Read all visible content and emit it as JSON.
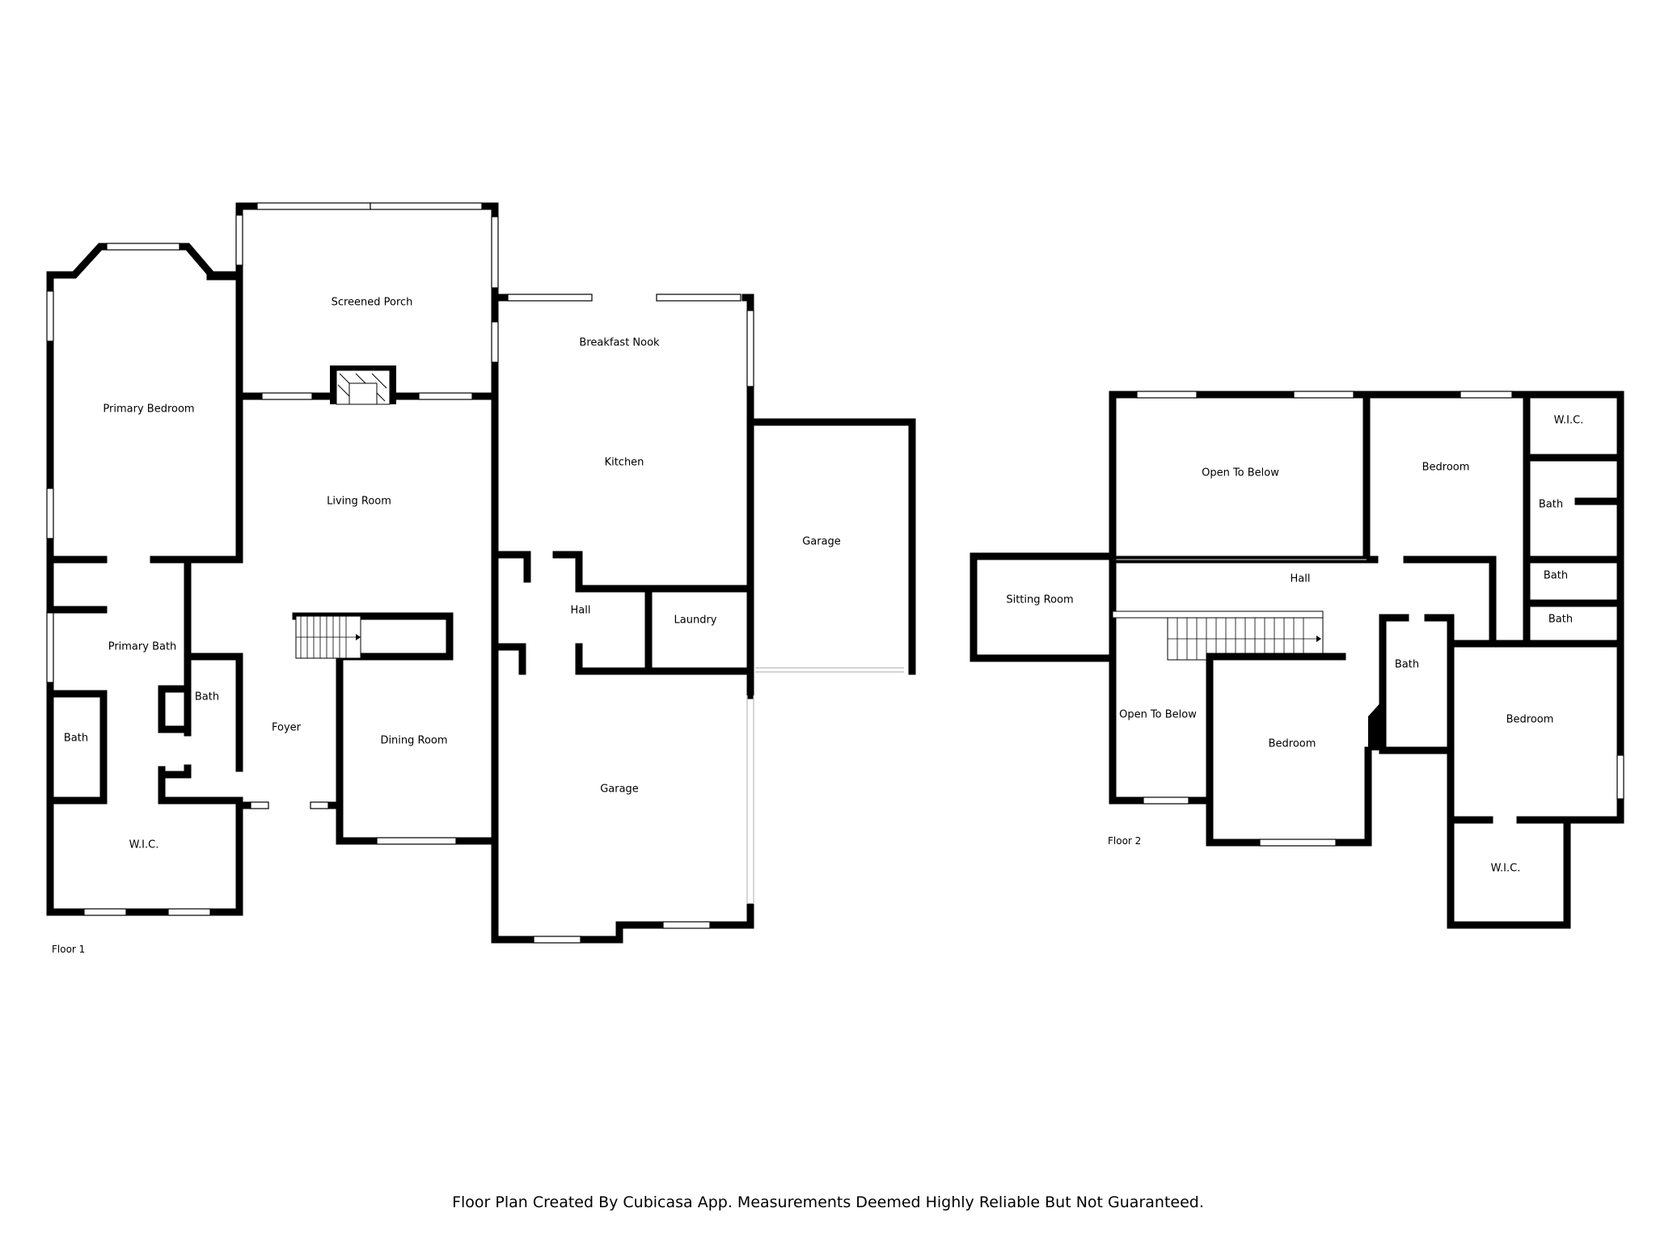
{
  "floor1": {
    "label": "Floor 1",
    "rooms": {
      "screened_porch": "Screened Porch",
      "primary_bedroom": "Primary Bedroom",
      "breakfast_nook": "Breakfast Nook",
      "kitchen": "Kitchen",
      "living_room": "Living Room",
      "garage_right": "Garage",
      "hall": "Hall",
      "laundry": "Laundry",
      "primary_bath": "Primary Bath",
      "bath_small": "Bath",
      "foyer": "Foyer",
      "dining_room": "Dining Room",
      "bath_left": "Bath",
      "garage_main": "Garage",
      "wic": "W.I.C."
    }
  },
  "floor2": {
    "label": "Floor 2",
    "rooms": {
      "wic_top": "W.I.C.",
      "open_to_below_top": "Open To Below",
      "bedroom_top": "Bedroom",
      "bath_upper": "Bath",
      "hall": "Hall",
      "bath_mid": "Bath",
      "sitting_room": "Sitting Room",
      "bath_lower": "Bath",
      "bath_center": "Bath",
      "open_to_below_left": "Open To Below",
      "bedroom_right": "Bedroom",
      "bedroom_center": "Bedroom",
      "wic_bottom": "W.I.C."
    }
  },
  "footer": "Floor Plan Created By Cubicasa App. Measurements Deemed Highly Reliable But Not Guaranteed."
}
